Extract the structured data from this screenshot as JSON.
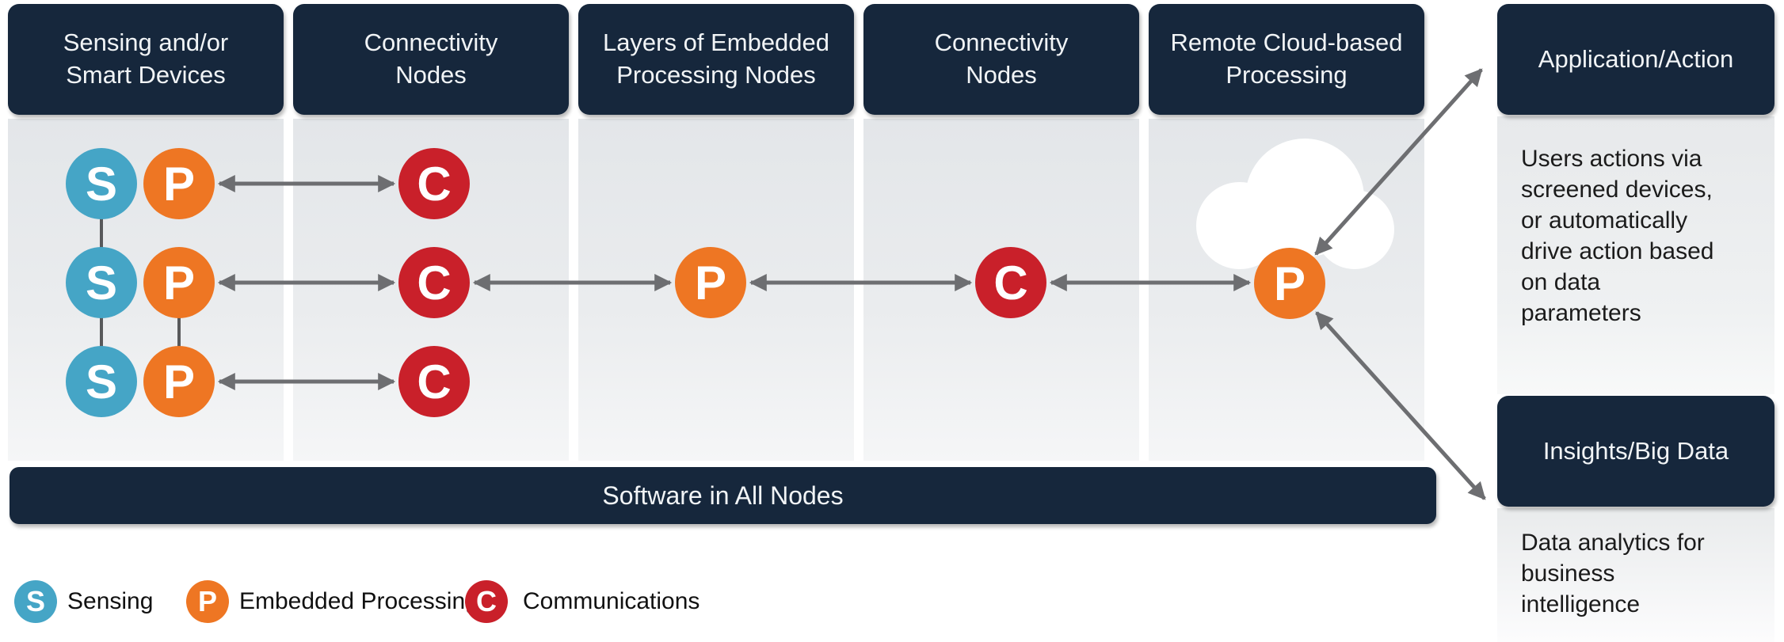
{
  "colors": {
    "navy": "#16273c",
    "sensing": "#45a5c6",
    "processing": "#ee7623",
    "communications": "#c9202a",
    "arrow": "#6d6e71",
    "connector": "#58595b"
  },
  "columns": [
    {
      "title": "Sensing and/or\nSmart Devices"
    },
    {
      "title": "Connectivity\nNodes"
    },
    {
      "title": "Layers of Embedded\nProcessing Nodes"
    },
    {
      "title": "Connectivity\nNodes"
    },
    {
      "title": "Remote Cloud-based\nProcessing"
    }
  ],
  "symbols": {
    "sensing": "S",
    "processing": "P",
    "communications": "C"
  },
  "software_bar": {
    "label": "Software in All Nodes"
  },
  "right_panel": {
    "sections": [
      {
        "title": "Application/Action",
        "description": "Users actions via\nscreened devices,\nor automatically\ndrive action based\non data\nparameters"
      },
      {
        "title": "Insights/Big Data",
        "description": "Data analytics for\nbusiness\nintelligence"
      }
    ]
  },
  "legend": {
    "items": [
      {
        "symbol": "S",
        "label": "Sensing"
      },
      {
        "symbol": "P",
        "label": "Embedded Processing"
      },
      {
        "symbol": "C",
        "label": "Communications"
      }
    ]
  }
}
